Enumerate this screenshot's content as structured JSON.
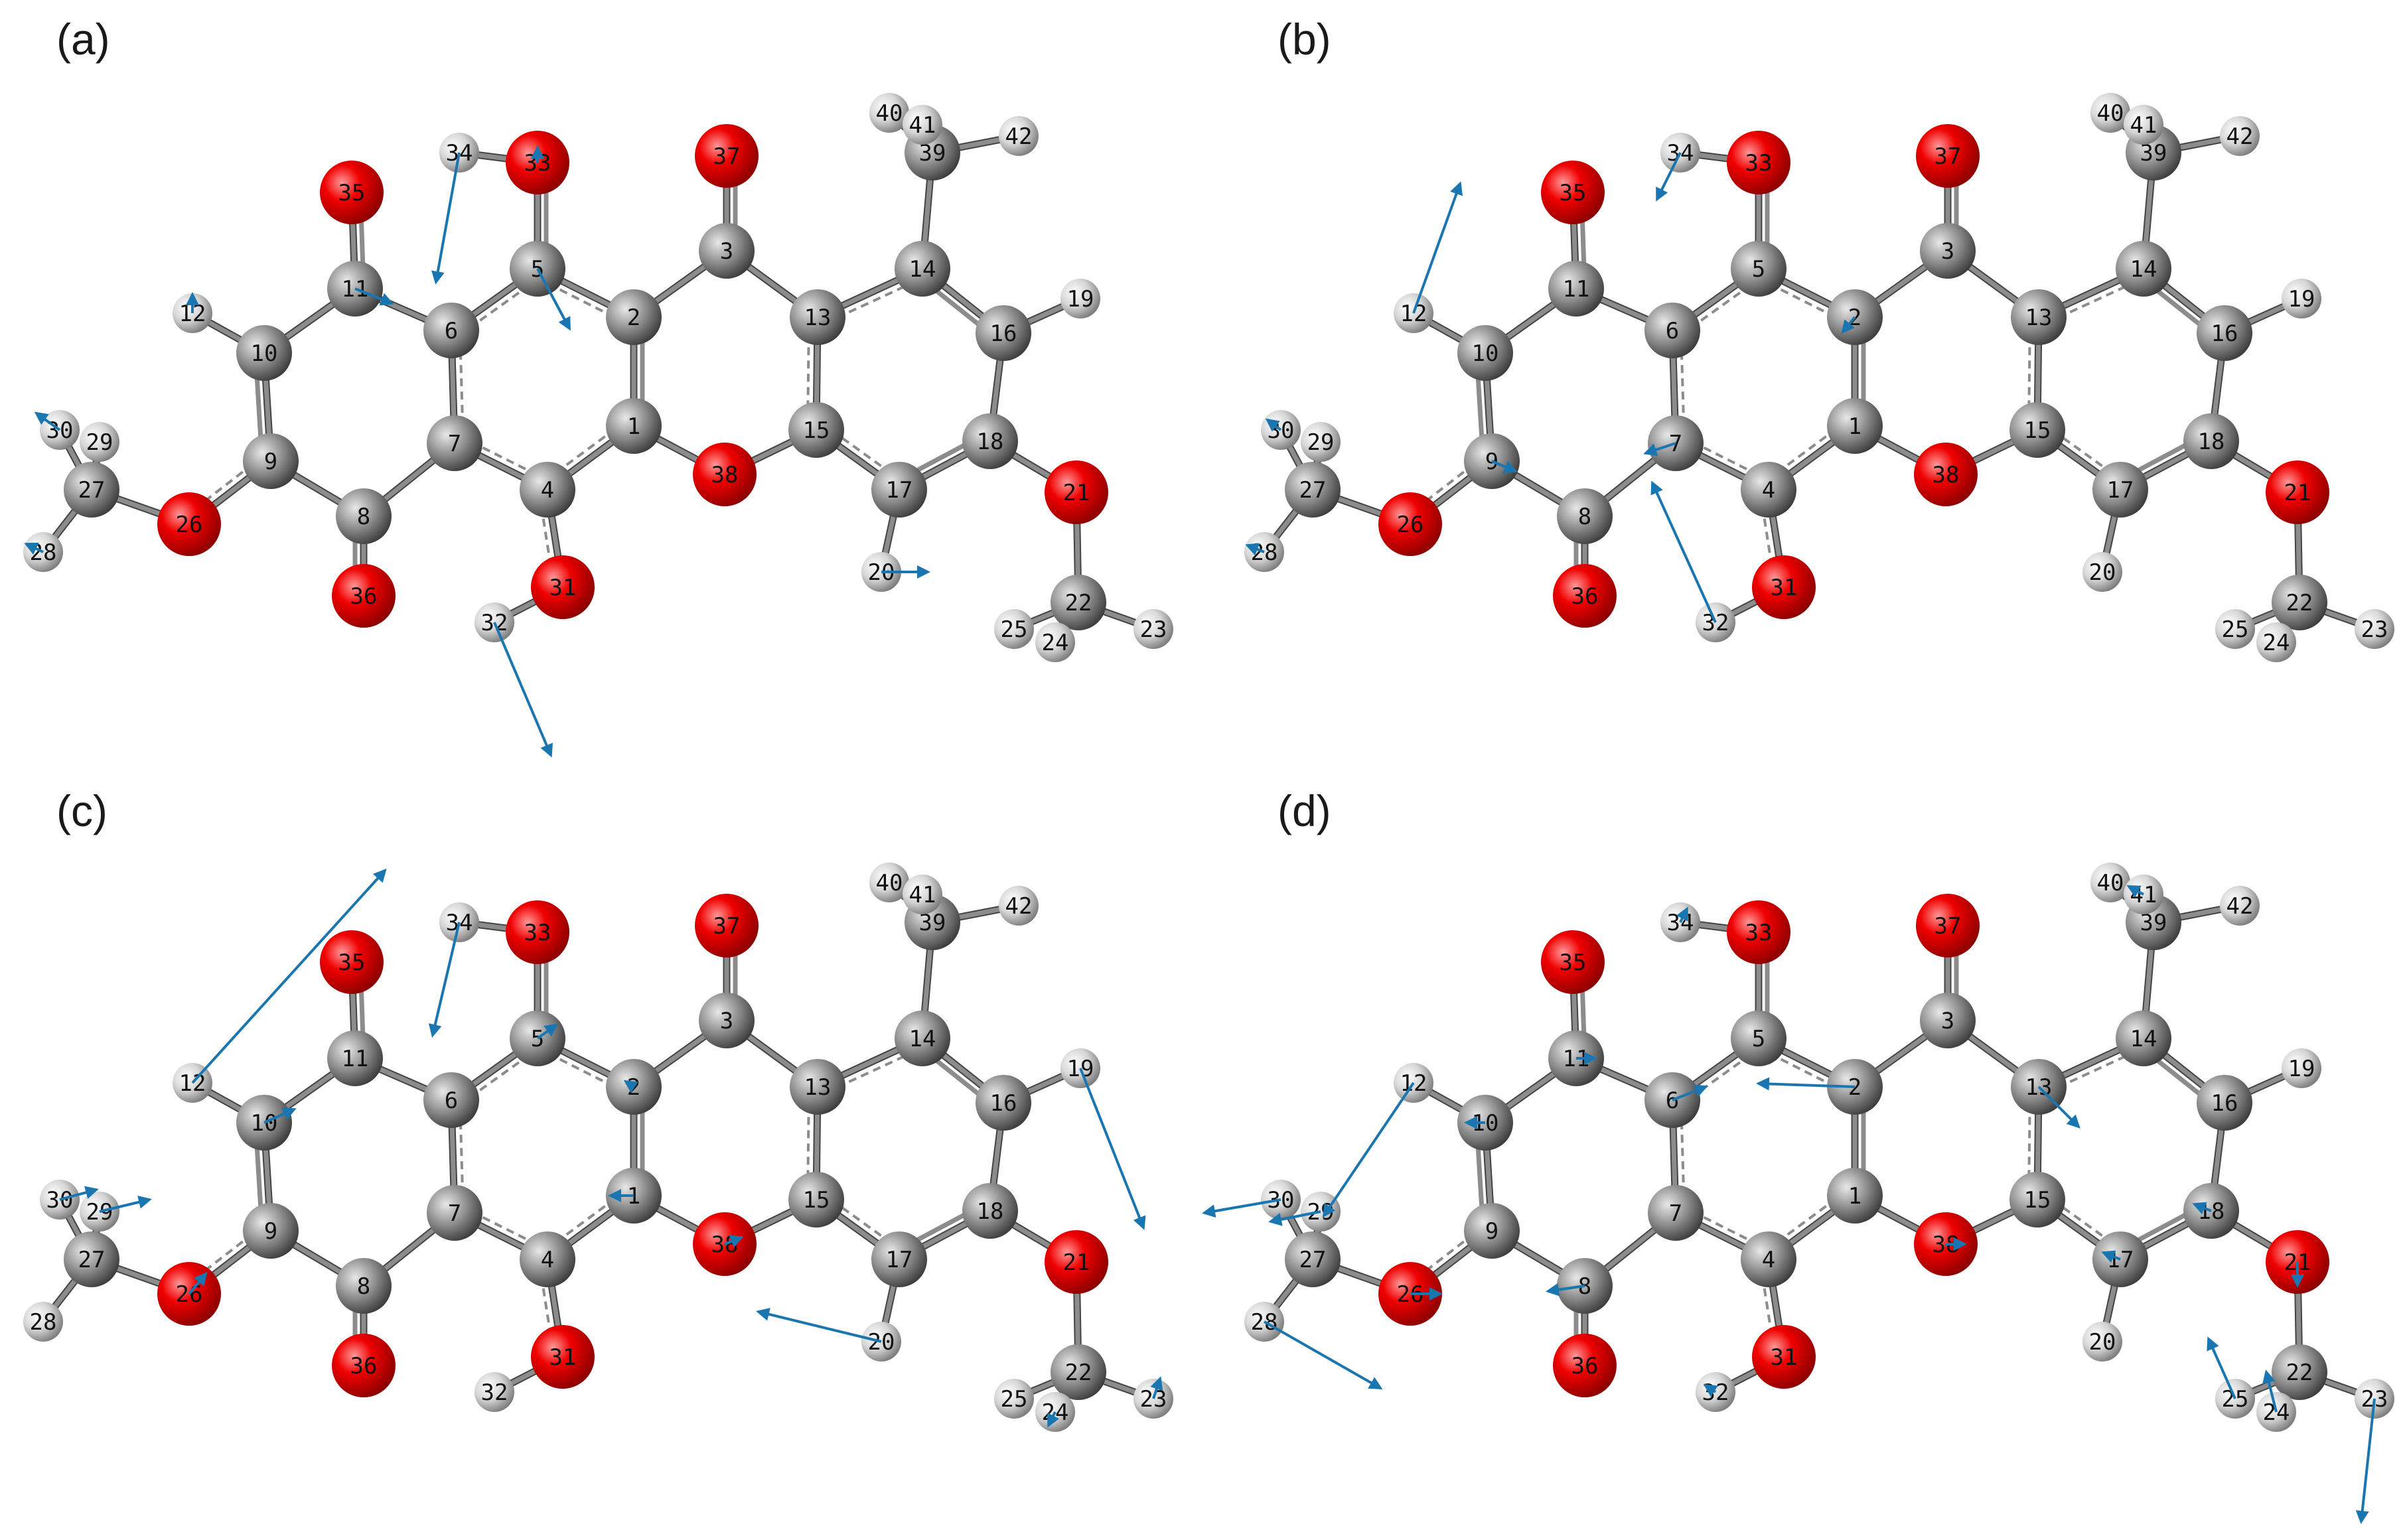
{
  "panels": [
    {
      "label": "(a)"
    },
    {
      "label": "(b)"
    },
    {
      "label": "(c)"
    },
    {
      "label": "(d)"
    }
  ],
  "atoms": [
    {
      "n": "1",
      "el": "C"
    },
    {
      "n": "2",
      "el": "C"
    },
    {
      "n": "3",
      "el": "C"
    },
    {
      "n": "4",
      "el": "C"
    },
    {
      "n": "5",
      "el": "C"
    },
    {
      "n": "6",
      "el": "C"
    },
    {
      "n": "7",
      "el": "C"
    },
    {
      "n": "8",
      "el": "C"
    },
    {
      "n": "9",
      "el": "C"
    },
    {
      "n": "10",
      "el": "C"
    },
    {
      "n": "11",
      "el": "C"
    },
    {
      "n": "12",
      "el": "H"
    },
    {
      "n": "13",
      "el": "C"
    },
    {
      "n": "14",
      "el": "C"
    },
    {
      "n": "15",
      "el": "C"
    },
    {
      "n": "16",
      "el": "C"
    },
    {
      "n": "17",
      "el": "C"
    },
    {
      "n": "18",
      "el": "C"
    },
    {
      "n": "19",
      "el": "H"
    },
    {
      "n": "20",
      "el": "H"
    },
    {
      "n": "21",
      "el": "O"
    },
    {
      "n": "22",
      "el": "C"
    },
    {
      "n": "23",
      "el": "H"
    },
    {
      "n": "24",
      "el": "H"
    },
    {
      "n": "25",
      "el": "H"
    },
    {
      "n": "26",
      "el": "O"
    },
    {
      "n": "27",
      "el": "C"
    },
    {
      "n": "28",
      "el": "H"
    },
    {
      "n": "29",
      "el": "H"
    },
    {
      "n": "30",
      "el": "H"
    },
    {
      "n": "31",
      "el": "O"
    },
    {
      "n": "32",
      "el": "H"
    },
    {
      "n": "33",
      "el": "O"
    },
    {
      "n": "34",
      "el": "H"
    },
    {
      "n": "35",
      "el": "O"
    },
    {
      "n": "36",
      "el": "O"
    },
    {
      "n": "37",
      "el": "O"
    },
    {
      "n": "38",
      "el": "O"
    },
    {
      "n": "39",
      "el": "C"
    },
    {
      "n": "40",
      "el": "H"
    },
    {
      "n": "41",
      "el": "H"
    },
    {
      "n": "42",
      "el": "H"
    }
  ],
  "bonds": [
    [
      "1",
      "2",
      2
    ],
    [
      "2",
      "3",
      1
    ],
    [
      "3",
      "13",
      1
    ],
    [
      "13",
      "15",
      1.5
    ],
    [
      "15",
      "38",
      1
    ],
    [
      "38",
      "1",
      1
    ],
    [
      "1",
      "4",
      1.5
    ],
    [
      "4",
      "7",
      1.5
    ],
    [
      "7",
      "6",
      1.5
    ],
    [
      "6",
      "5",
      1.5
    ],
    [
      "5",
      "2",
      1.5
    ],
    [
      "6",
      "11",
      1
    ],
    [
      "11",
      "10",
      1
    ],
    [
      "10",
      "9",
      2
    ],
    [
      "9",
      "8",
      1
    ],
    [
      "8",
      "7",
      1
    ],
    [
      "13",
      "14",
      1.5
    ],
    [
      "14",
      "16",
      2
    ],
    [
      "16",
      "18",
      1
    ],
    [
      "18",
      "17",
      2
    ],
    [
      "17",
      "15",
      1.5
    ],
    [
      "11",
      "35",
      2
    ],
    [
      "8",
      "36",
      2
    ],
    [
      "3",
      "37",
      2
    ],
    [
      "5",
      "33",
      2
    ],
    [
      "4",
      "31",
      1.5
    ],
    [
      "33",
      "34",
      1
    ],
    [
      "31",
      "32",
      1
    ],
    [
      "10",
      "12",
      1
    ],
    [
      "9",
      "26",
      1.5
    ],
    [
      "26",
      "27",
      1
    ],
    [
      "27",
      "28",
      1
    ],
    [
      "27",
      "29",
      1
    ],
    [
      "27",
      "30",
      1
    ],
    [
      "14",
      "39",
      1
    ],
    [
      "39",
      "40",
      1
    ],
    [
      "39",
      "41",
      1
    ],
    [
      "39",
      "42",
      1
    ],
    [
      "16",
      "19",
      1
    ],
    [
      "17",
      "20",
      1
    ],
    [
      "18",
      "21",
      1
    ],
    [
      "21",
      "22",
      1
    ],
    [
      "22",
      "23",
      1
    ],
    [
      "22",
      "24",
      1
    ],
    [
      "22",
      "25",
      1
    ]
  ],
  "colors": {
    "C": "#8a8a8a",
    "H": "#d8d8d8",
    "O": "#e00000",
    "vector": "#1a76b0"
  },
  "mode_vectors": [
    [
      [
        "34",
        [
          -35,
          195
        ]
      ],
      [
        "32",
        [
          85,
          200
        ]
      ],
      [
        "33",
        [
          0,
          -22
        ]
      ],
      [
        "5",
        [
          48,
          90
        ]
      ],
      [
        "11",
        [
          55,
          22
        ]
      ],
      [
        "12",
        [
          0,
          -28
        ]
      ],
      [
        "30",
        [
          -35,
          -25
        ]
      ],
      [
        "28",
        [
          -25,
          -12
        ]
      ],
      [
        "20",
        [
          70,
          0
        ]
      ]
    ],
    [
      [
        "12",
        [
          70,
          -195
        ]
      ],
      [
        "34",
        [
          -35,
          70
        ]
      ],
      [
        "32",
        [
          -95,
          -210
        ]
      ],
      [
        "7",
        [
          -45,
          15
        ]
      ],
      [
        "9",
        [
          35,
          15
        ]
      ],
      [
        "30",
        [
          -20,
          -15
        ]
      ],
      [
        "28",
        [
          -25,
          -10
        ]
      ],
      [
        "2",
        [
          -18,
          22
        ]
      ]
    ],
    [
      [
        "12",
        [
          290,
          -320
        ]
      ],
      [
        "34",
        [
          -40,
          170
        ]
      ],
      [
        "10",
        [
          45,
          -20
        ]
      ],
      [
        "30",
        [
          55,
          -15
        ]
      ],
      [
        "29",
        [
          75,
          -18
        ]
      ],
      [
        "26",
        [
          25,
          -30
        ]
      ],
      [
        "5",
        [
          28,
          -20
        ]
      ],
      [
        "2",
        [
          -12,
          -8
        ]
      ],
      [
        "1",
        [
          -35,
          0
        ]
      ],
      [
        "38",
        [
          25,
          -10
        ]
      ],
      [
        "20",
        [
          -185,
          -45
        ]
      ],
      [
        "19",
        [
          95,
          240
        ]
      ],
      [
        "23",
        [
          10,
          -30
        ]
      ],
      [
        "24",
        [
          -10,
          20
        ]
      ]
    ],
    [
      [
        "12",
        [
          -135,
          200
        ]
      ],
      [
        "30",
        [
          -115,
          20
        ]
      ],
      [
        "29",
        [
          -75,
          15
        ]
      ],
      [
        "28",
        [
          175,
          100
        ]
      ],
      [
        "26",
        [
          45,
          0
        ]
      ],
      [
        "10",
        [
          -28,
          0
        ]
      ],
      [
        "11",
        [
          28,
          0
        ]
      ],
      [
        "8",
        [
          -55,
          8
        ]
      ],
      [
        "6",
        [
          50,
          -20
        ]
      ],
      [
        "2",
        [
          -145,
          -5
        ]
      ],
      [
        "13",
        [
          60,
          60
        ]
      ],
      [
        "38",
        [
          28,
          0
        ]
      ],
      [
        "17",
        [
          -25,
          -10
        ]
      ],
      [
        "18",
        [
          -25,
          -10
        ]
      ],
      [
        "21",
        [
          0,
          35
        ]
      ],
      [
        "25",
        [
          -40,
          -90
        ]
      ],
      [
        "24",
        [
          -15,
          -60
        ]
      ],
      [
        "23",
        [
          -20,
          185
        ]
      ],
      [
        "34",
        [
          10,
          -20
        ]
      ],
      [
        "32",
        [
          -15,
          -10
        ]
      ],
      [
        "41",
        [
          -22,
          -12
        ]
      ]
    ]
  ]
}
